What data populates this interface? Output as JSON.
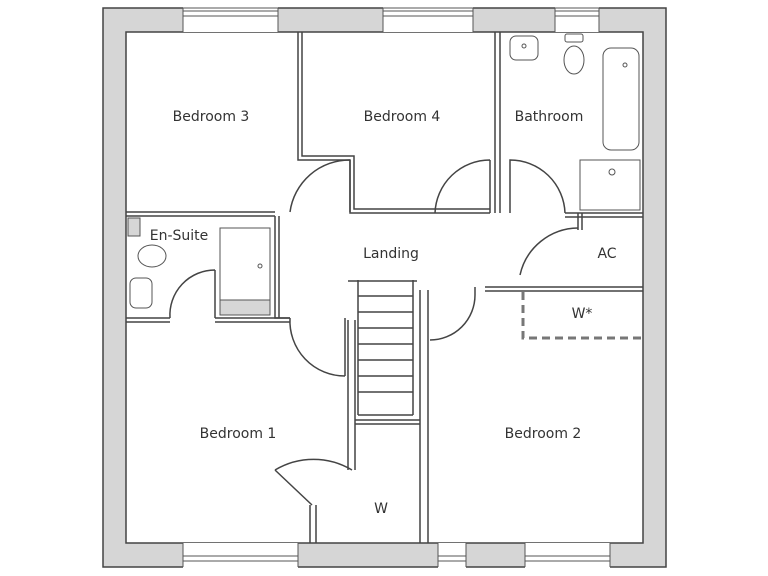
{
  "rooms": {
    "bedroom_3": "Bedroom 3",
    "bedroom_4": "Bedroom 4",
    "bathroom": "Bathroom",
    "en_suite": "En-Suite",
    "landing": "Landing",
    "ac": "AC",
    "w_star": "W*",
    "bedroom_1": "Bedroom 1",
    "bedroom_2": "Bedroom 2",
    "w": "W"
  },
  "colors": {
    "wall_fill": "#d6d6d6",
    "line": "#444444"
  }
}
